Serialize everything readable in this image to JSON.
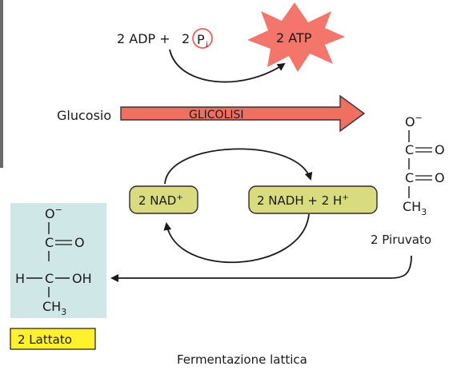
{
  "inputs": {
    "adp": "2 ADP +",
    "pi_coef": "2",
    "pi_symbol": "P",
    "pi_subscript": "i"
  },
  "output_atp": "2 ATP",
  "glucose_label": "Glucosio",
  "process_label": "GLICOLISI",
  "nad_label": "2 NAD",
  "nad_sup": "+",
  "nadh_label": "2 NADH + 2 H",
  "nadh_sup": "+",
  "pyruvate": {
    "o_minus": "O",
    "o_minus_sup": "−",
    "c1": "C",
    "c2": "C",
    "o1": "O",
    "o2": "O",
    "ch3": "CH",
    "ch3_sub": "3",
    "label": "2 Piruvato"
  },
  "lactate": {
    "o_minus": "O",
    "o_minus_sup": "−",
    "c1": "C",
    "o1": "O",
    "h": "H",
    "c2": "C",
    "oh": "OH",
    "ch3": "CH",
    "ch3_sub": "3",
    "label": "2 Lattato"
  },
  "caption": "Fermentazione lattica",
  "colors": {
    "arrow_fill": "#ef7060",
    "atp_star": "#f4756a",
    "pill_fill": "#d9dc7e",
    "lactate_box": "#cfe7e6",
    "label_yellow": "#fff22a",
    "pi_circle": "#ff4a4a"
  }
}
